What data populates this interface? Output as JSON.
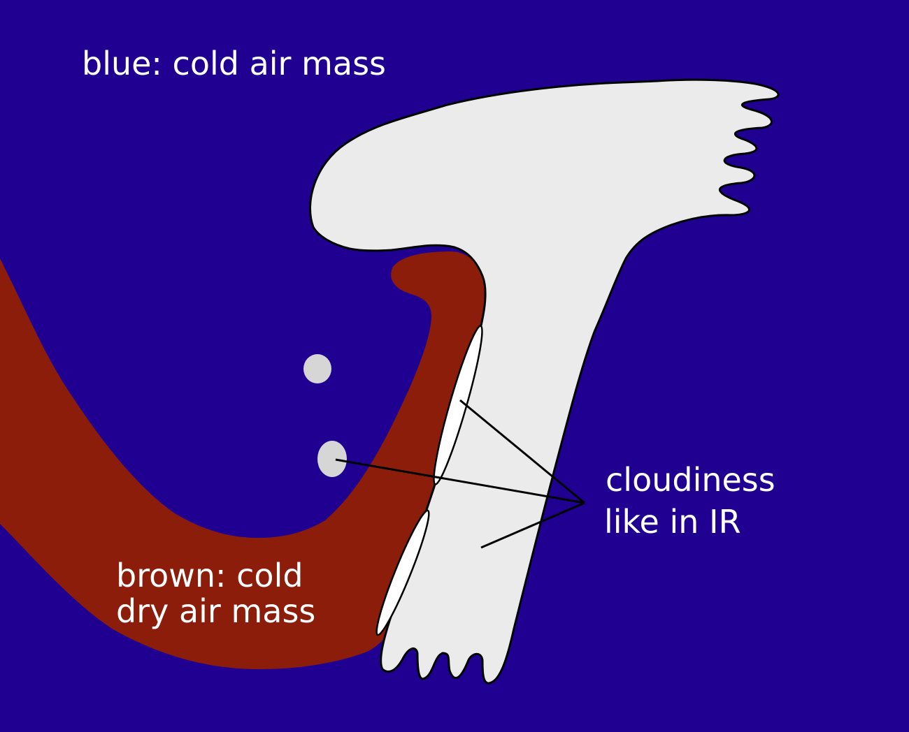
{
  "labels": {
    "blue_label": "blue: cold air mass",
    "brown_label_line1": "brown: cold",
    "brown_label_line2": "dry air mass",
    "cloud_label_line1": "cloudiness",
    "cloud_label_line2": "like in IR"
  },
  "colors": {
    "cold_air_mass": "#1f0091",
    "cold_dry_air_mass": "#8b1d0a",
    "cloud": "#ebebeb",
    "cloud_spots": "#d6d6d6"
  }
}
